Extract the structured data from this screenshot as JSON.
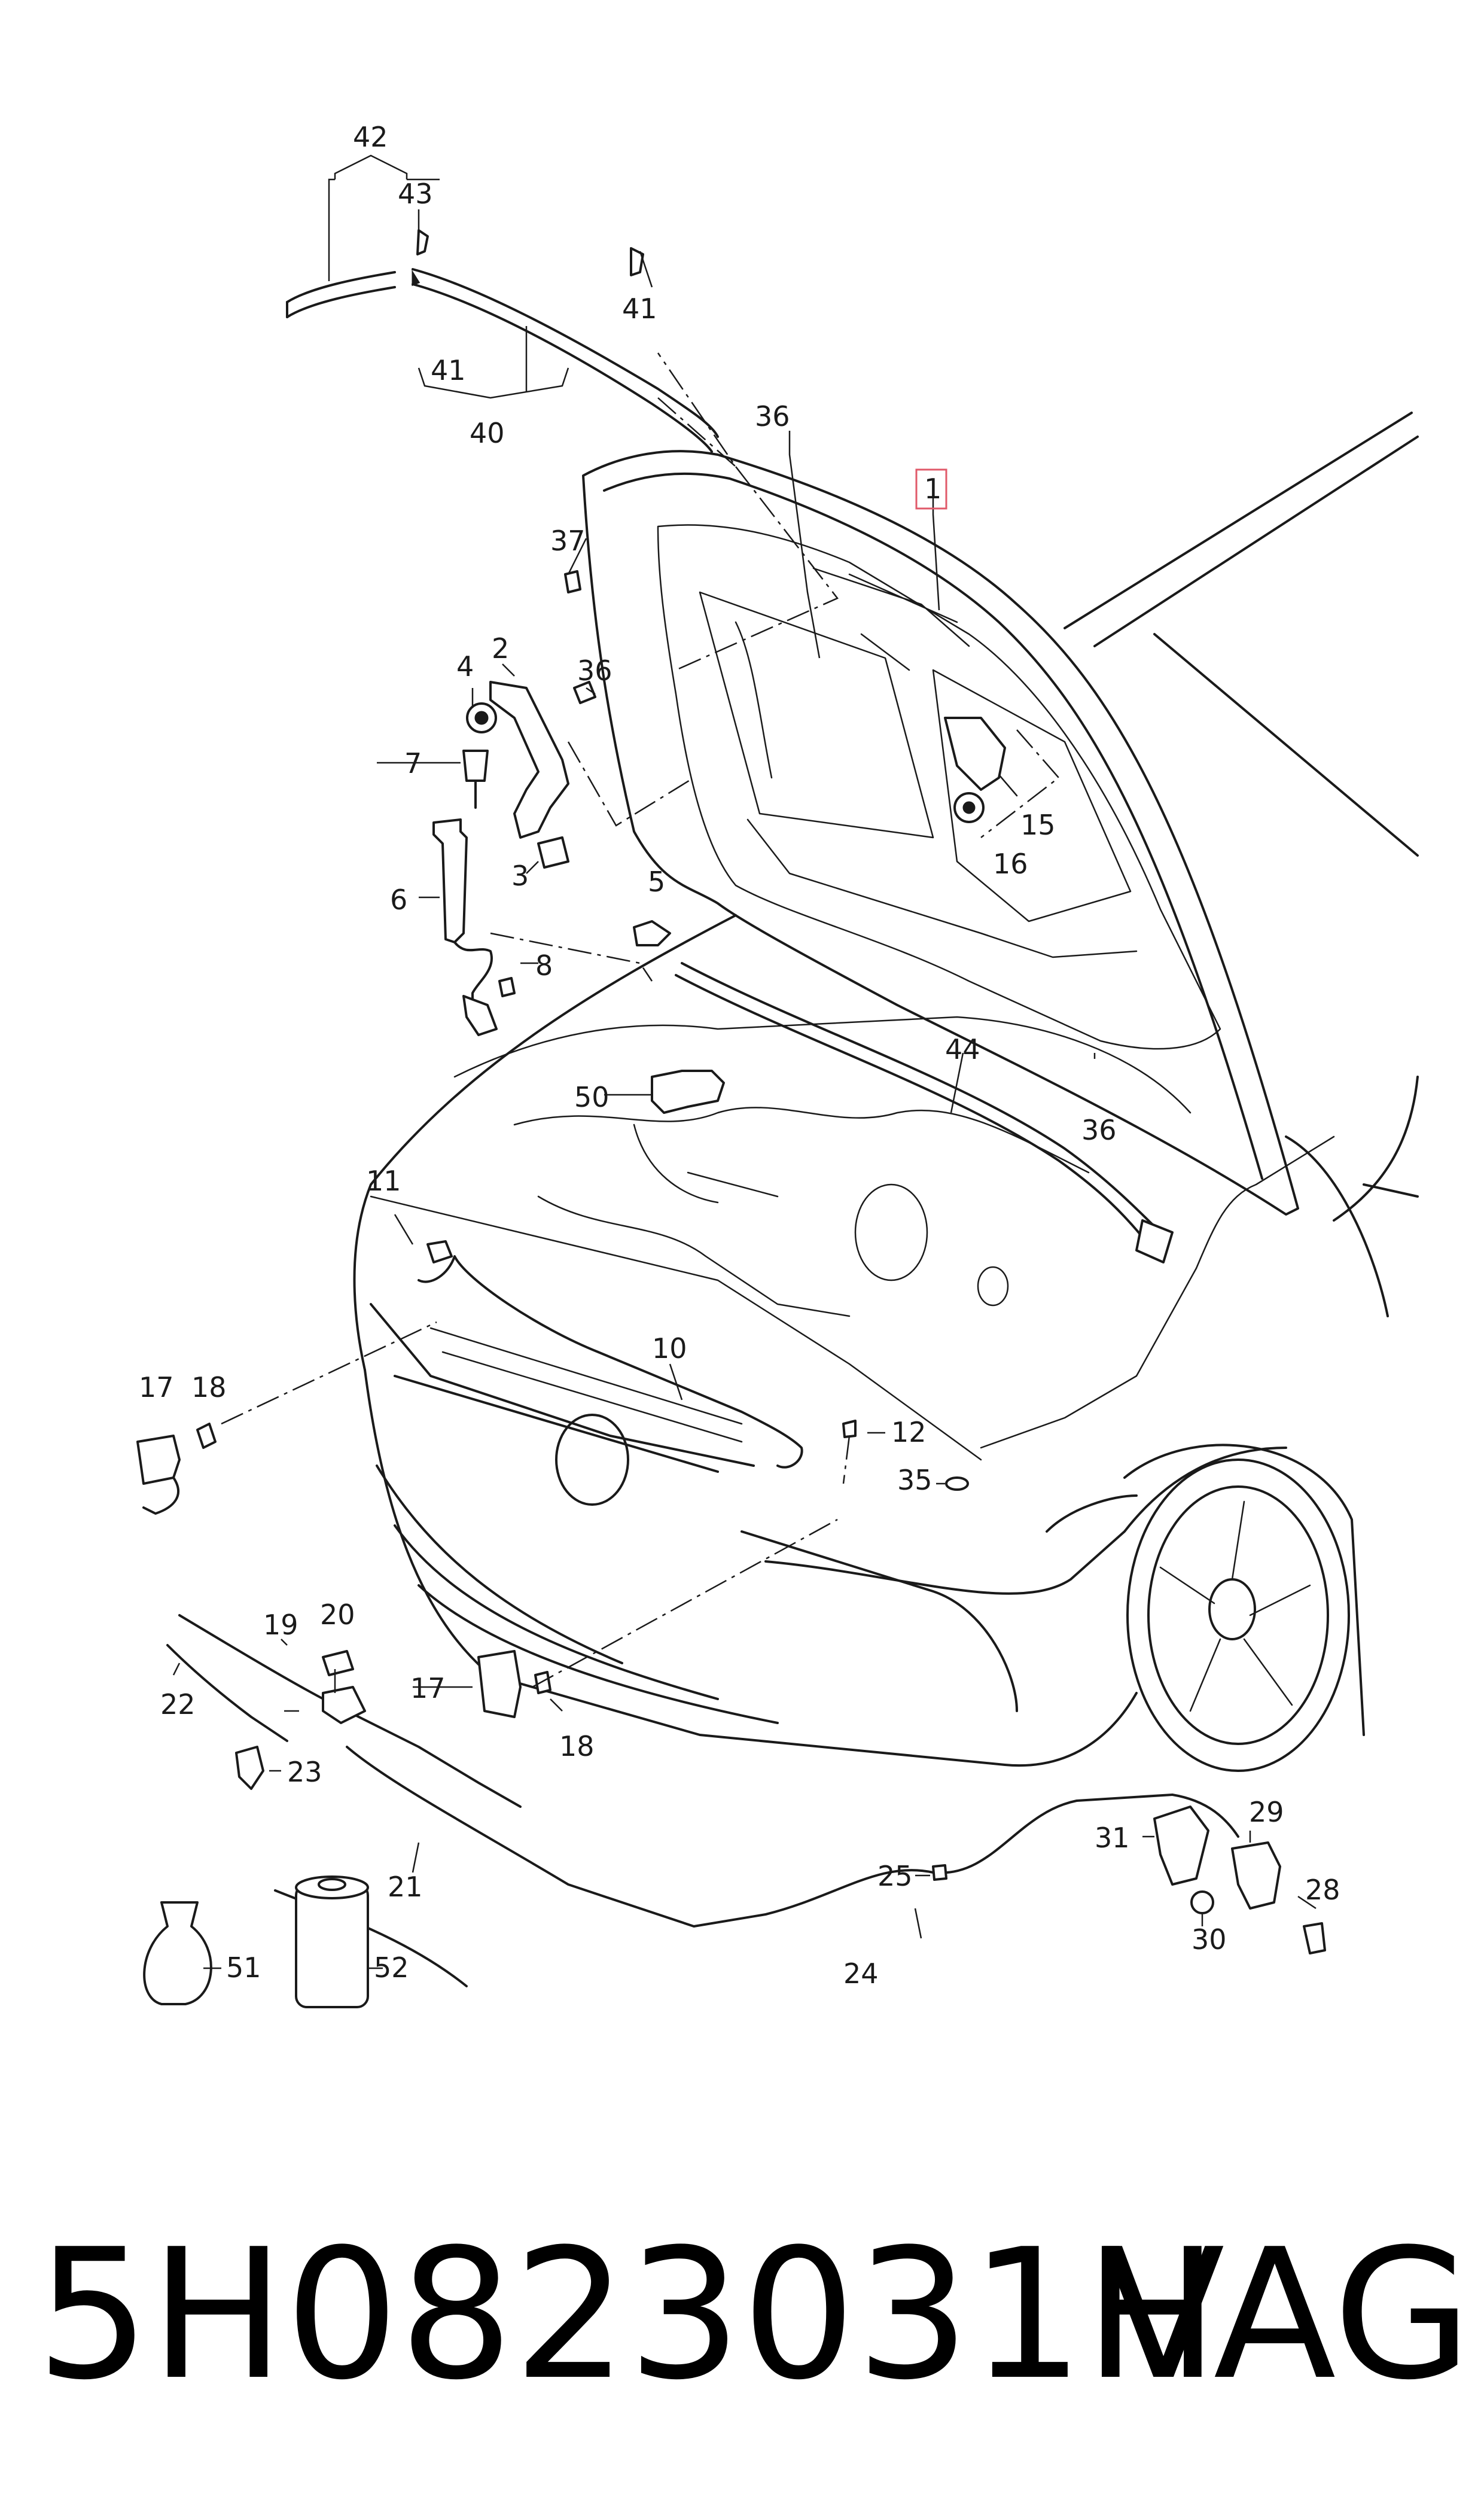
{
  "callouts": {
    "c1": "1",
    "c2": "2",
    "c3": "3",
    "c4": "4",
    "c5": "5",
    "c6": "6",
    "c7": "7",
    "c8": "8",
    "c10": "10",
    "c11": "11",
    "c12": "12",
    "c15": "15",
    "c16": "16",
    "c17a": "17",
    "c17b": "17",
    "c18a": "18",
    "c18b": "18",
    "c19": "19",
    "c20": "20",
    "c21": "21",
    "c22": "22",
    "c23": "23",
    "c24": "24",
    "c25": "25",
    "c28": "28",
    "c29": "29",
    "c30": "30",
    "c31": "31",
    "c35": "35",
    "c36a": "36",
    "c36b": "36",
    "c36c": "36",
    "c37": "37",
    "c40": "40",
    "c41a": "41",
    "c41b": "41",
    "c42": "42",
    "c43": "43",
    "c44": "44",
    "c50": "50",
    "c51": "51",
    "c52": "52"
  },
  "highlight_color": "#e05a6a",
  "footer": {
    "part_number": "5H0823031H",
    "brand": "VAG"
  }
}
